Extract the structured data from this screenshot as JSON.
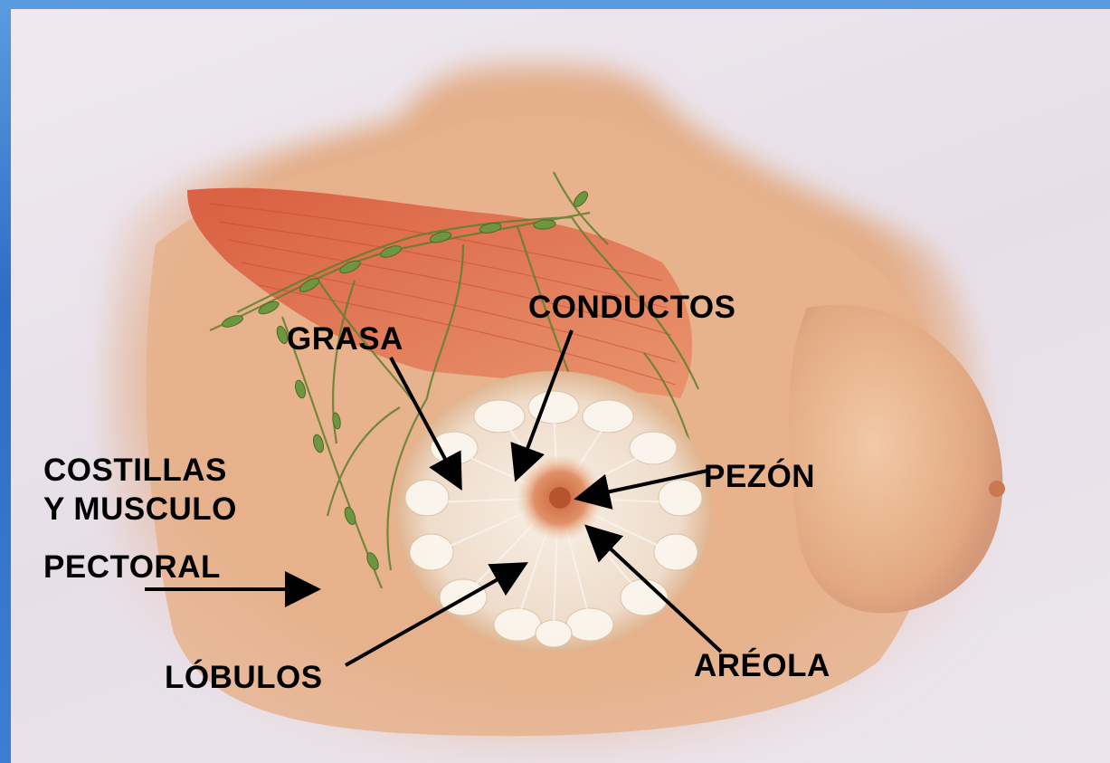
{
  "labels": {
    "conductos": "CONDUCTOS",
    "grasa": "GRASA",
    "costillas_line1": "COSTILLAS",
    "costillas_line2": "Y MUSCULO",
    "costillas_line3": "PECTORAL",
    "pezon": "PEZÓN",
    "lobulos": "LÓBULOS",
    "areola": "ARÉOLA"
  },
  "colors": {
    "slide_border": "#2d6cc4",
    "background": "#ece6ec",
    "skin": "#e8b48e",
    "muscle": "#d9663d",
    "lymph": "#6a8a3a",
    "gland": "#f4ece0",
    "areola": "#d98860",
    "arrow": "#000000"
  }
}
